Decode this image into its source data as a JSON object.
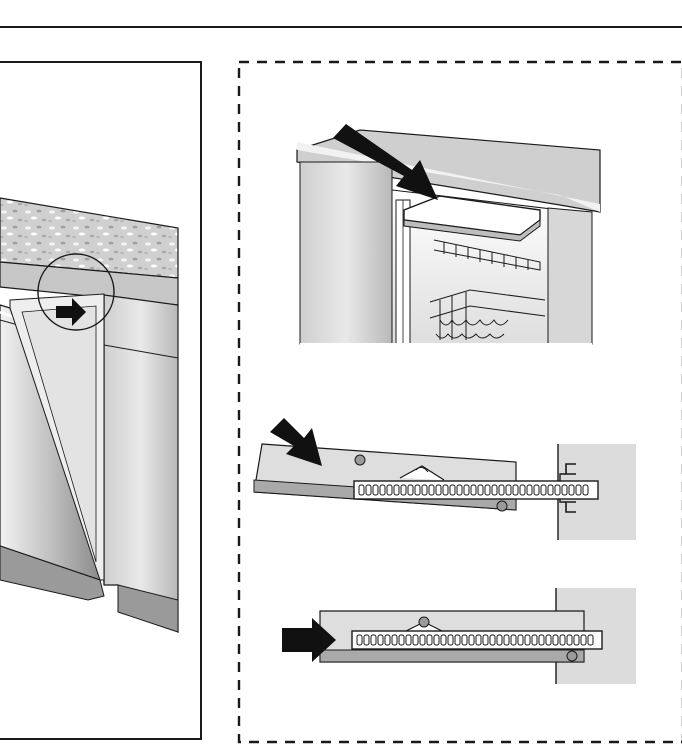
{
  "figure": {
    "panels": [
      {
        "name": "dishwasher-overview",
        "border": "solid"
      },
      {
        "name": "detail-views",
        "border": "dashed"
      }
    ],
    "colors": {
      "stroke": "#1a1a1a",
      "panel_gray": "#dcdcdc",
      "mid_gray": "#bdbdbd",
      "dark_gray": "#8c8c8c",
      "arrow": "#111111"
    },
    "icons": [
      "push-arrow-icon",
      "push-arrow-icon",
      "push-arrow-icon",
      "push-arrow-icon"
    ]
  }
}
